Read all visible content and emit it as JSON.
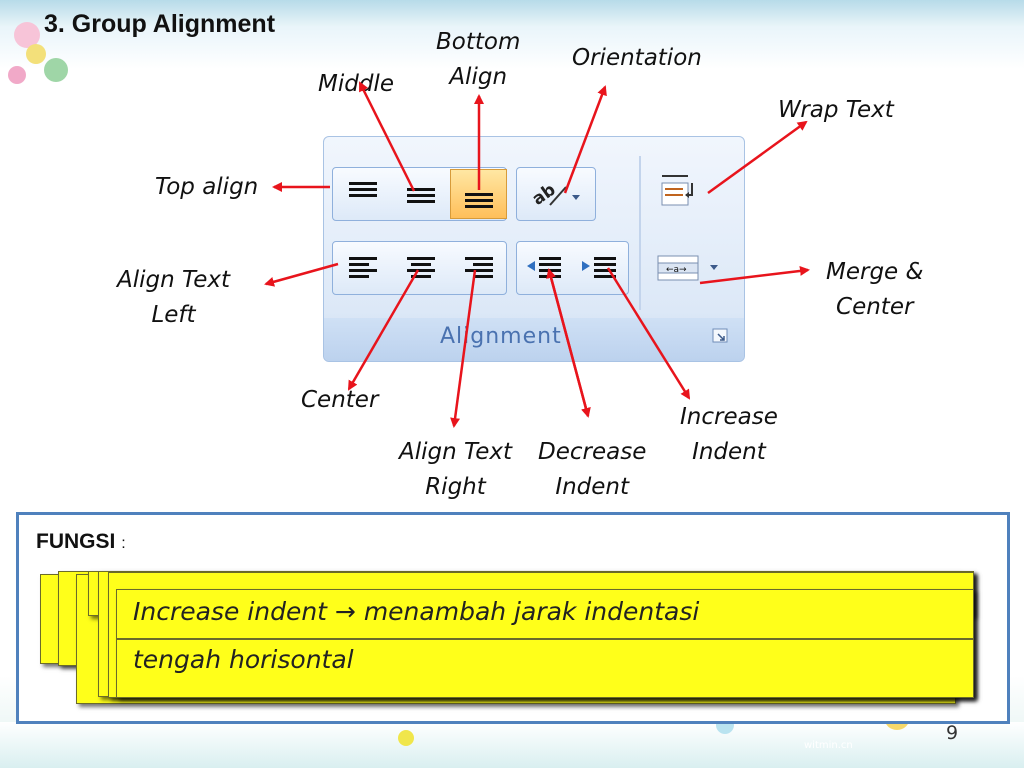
{
  "slide": {
    "title": "3. Group Alignment",
    "slide_number": "9",
    "watermark": "witmin.cn"
  },
  "ribbon": {
    "group_title": "Alignment"
  },
  "labels": {
    "top_align": "Top align",
    "middle": "Middle",
    "bottom_align_1": "Bottom",
    "bottom_align_2": "Align",
    "orientation": "Orientation",
    "wrap_text": "Wrap Text",
    "merge_center_1": "Merge &",
    "merge_center_2": "Center",
    "align_left_1": "Align Text",
    "align_left_2": "Left",
    "center": "Center",
    "align_right_1": "Align Text",
    "align_right_2": "Right",
    "decrease_indent_1": "Decrease",
    "decrease_indent_2": "Indent",
    "increase_indent_1": "Increase",
    "increase_indent_2": "Indent"
  },
  "fungsi": {
    "label": "FUNGSI",
    "colon": ":",
    "front_line_1": "Increase indent → menambah jarak indentasi",
    "front_line_2": "tengah horisontal"
  },
  "colors": {
    "arrow": "#e8141c",
    "card": "#ffff1a",
    "box_border": "#4f81bd",
    "ribbon_text": "#4a72b0"
  }
}
